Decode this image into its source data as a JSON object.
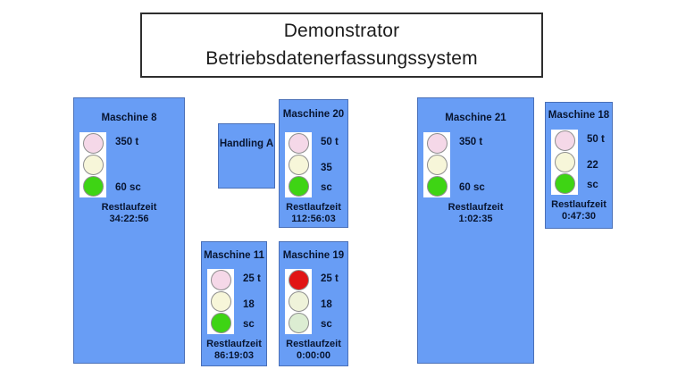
{
  "title_box": {
    "line1": "Demonstrator",
    "line2": "Betriebsdatenerfassungssystem"
  },
  "colors": {
    "panel_fill": "#689df5",
    "panel_border": "#4a70b8",
    "light_red_inactive_pink": "#f5d8e8",
    "light_yellow_inactive_cream": "#f7f6d9",
    "light_green_active": "#3ed414",
    "light_red_active": "#e11414",
    "light_yellow_pale": "#eff3da",
    "light_green_inactive": "#dcedd2"
  },
  "handling_unit": {
    "label": "Handling A"
  },
  "machines": [
    {
      "name": "Maschine 8",
      "val_top": "350 t",
      "val_bottom": "60 sc",
      "rest_label": "Restlaufzeit",
      "rest_time": "34:22:56",
      "lights": [
        "#f5d8e8",
        "#f7f6d9",
        "#3ed414"
      ]
    },
    {
      "name": "Maschine 20",
      "val_top": "50 t",
      "val_bottom": "35 sc",
      "rest_label": "Restlaufzeit",
      "rest_time": "112:56:03",
      "lights": [
        "#f5d8e8",
        "#f7f6d9",
        "#3ed414"
      ]
    },
    {
      "name": "Maschine 11",
      "val_top": "25 t",
      "val_bottom": "18 sc",
      "rest_label": "Restlaufzeit",
      "rest_time": "86:19:03",
      "lights": [
        "#f5d8e8",
        "#f7f6d9",
        "#3ed414"
      ]
    },
    {
      "name": "Maschine 19",
      "val_top": "25 t",
      "val_bottom": "18 sc",
      "rest_label": "Restlaufzeit",
      "rest_time": "0:00:00",
      "lights": [
        "#e11414",
        "#eff3da",
        "#dcedd2"
      ]
    },
    {
      "name": "Maschine 21",
      "val_top": "350 t",
      "val_bottom": "60 sc",
      "rest_label": "Restlaufzeit",
      "rest_time": "1:02:35",
      "lights": [
        "#f5d8e8",
        "#f7f6d9",
        "#3ed414"
      ]
    },
    {
      "name": "Maschine 18",
      "val_top": "50 t",
      "val_bottom": "22 sc",
      "rest_label": "Restlaufzeit",
      "rest_time": "0:47:30",
      "lights": [
        "#f5d8e8",
        "#f7f6d9",
        "#3ed414"
      ]
    }
  ]
}
